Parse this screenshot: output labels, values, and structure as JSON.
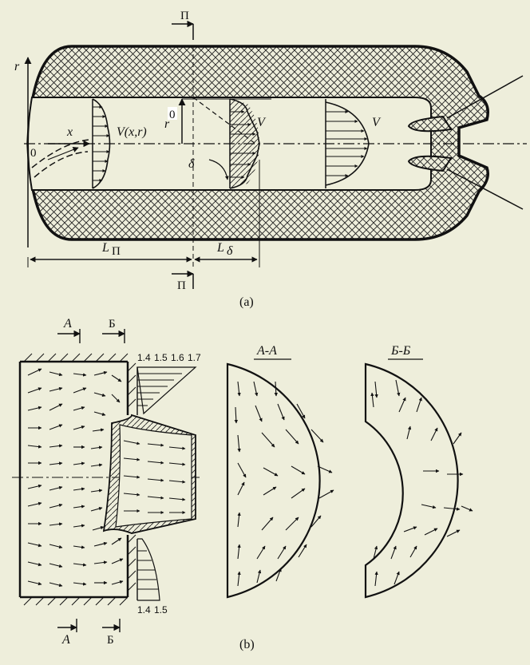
{
  "part_a": {
    "caption": "(a)",
    "labels": {
      "r": "r",
      "x": "x",
      "origin": "0",
      "velocity_profile": "V(x,r)",
      "r0": "r",
      "r0_sub": "0",
      "V1": "V",
      "V2": "V",
      "delta": "δ",
      "L_pi": "L",
      "L_pi_sub": "Π",
      "L_delta": "L",
      "L_delta_sub": "δ",
      "section_top": "Π",
      "section_bottom": "Π"
    }
  },
  "part_b": {
    "caption": "(b)",
    "labels": {
      "A_top": "A",
      "B_top": "Б",
      "A_bottom": "A",
      "B_bottom": "Б",
      "section_AA": "A-A",
      "section_BB": "Б-Б"
    },
    "profile_top_ticks": [
      "1.4",
      "1.5",
      "1.6",
      "1.7"
    ],
    "profile_bottom_ticks": [
      "1.4",
      "1.5"
    ]
  }
}
